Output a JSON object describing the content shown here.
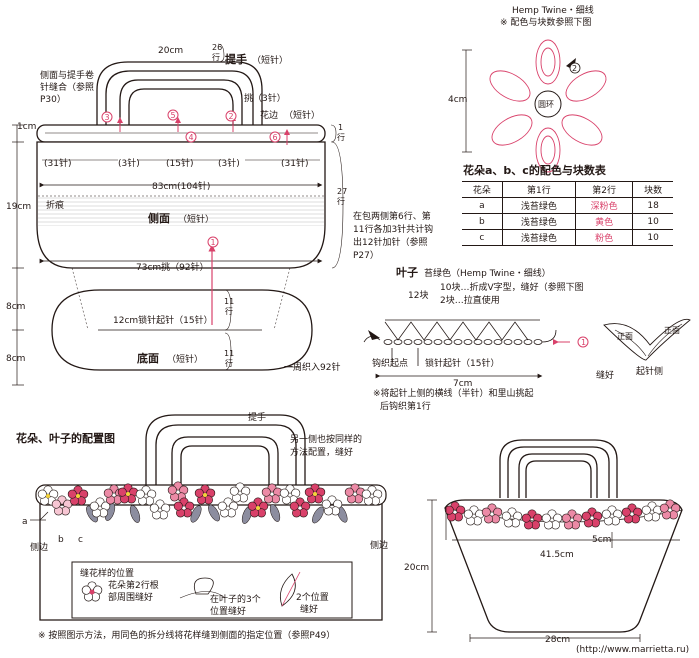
{
  "handle_section": {
    "handle_len": "20cm",
    "handle_rows": "26",
    "handle_rows2": "行",
    "handle_title": "提手",
    "handle_stitch": "（短针）",
    "sew_note_l1": "侧面与提手卷",
    "sew_note_l2": "针缝合（参照",
    "sew_note_l3": "P30）",
    "pick_up": "挑（3针）",
    "edge_label": "花边",
    "edge_stitch": "（短针）",
    "rows_1": "1",
    "rows_1b": "行",
    "cm1": "1cm",
    "seg_31_left": "(31针)",
    "seg_3_left": "(3针)",
    "seg_15": "(15针)",
    "seg_3_right": "(3针)",
    "seg_31_right": "(31针)",
    "m3": "3",
    "m5": "5",
    "m4": "4",
    "m2": "2",
    "m6": "6",
    "m1": "1"
  },
  "body_section": {
    "width_top": "83cm(104针)",
    "height_19": "19cm",
    "fold_label": "折痕",
    "side_title": "侧面",
    "side_stitch": "（短针）",
    "rows_27": "27",
    "rows_27b": "行",
    "inc_note_l1": "在包两侧第6行、第",
    "inc_note_l2": "11行各加3针共计钩",
    "inc_note_l3": "出12针加针（参照",
    "inc_note_l4": "P27）",
    "bottom_width": "73cm挑（92针）",
    "h_8a": "8cm",
    "h_8b": "8cm",
    "chain_start": "12cm锁针起针（15针）",
    "base_title": "底面",
    "base_stitch": "（短针）",
    "rows_11a": "11",
    "rows_11ab": "行",
    "rows_11b": "11",
    "rows_11bb": "行",
    "round_note": "一周织入92针"
  },
  "flower_motif": {
    "yarn": "Hemp Twine・细线",
    "ref_note": "※ 配色与块数参照下图",
    "size": "4cm",
    "ring": "圆环",
    "mark2": "2"
  },
  "color_table": {
    "title": "花朵a、b、c的配色与块数表",
    "headers": [
      "花朵",
      "第1行",
      "第2行",
      "块数"
    ],
    "rows": [
      [
        "a",
        "浅苔绿色",
        "深粉色",
        "18"
      ],
      [
        "b",
        "浅苔绿色",
        "黄色",
        "10"
      ],
      [
        "c",
        "浅苔绿色",
        "粉色",
        "10"
      ]
    ]
  },
  "leaf_section": {
    "title": "叶子",
    "yarn": "苔绿色（Hemp Twine・细线）",
    "count": "12块",
    "note1": "10块…折成V字型，缝好（参照下图",
    "note2": "2块…拉直使用",
    "start_label": "钩织起点",
    "chain_label": "锁针起针（15针）",
    "width": "7cm",
    "mark1": "1",
    "front_l": "正面",
    "front_r": "正面",
    "sew_label": "缝好",
    "chain_side": "起针侧",
    "pick_note1": "※将起针上侧的横线（半针）和里山挑起",
    "pick_note2": "后钩织第1行"
  },
  "arrangement": {
    "title": "花朵、叶子的配置图",
    "handle": "提手",
    "other_side_l1": "另一侧也按同样的",
    "other_side_l2": "方法配置，缝好",
    "a": "a",
    "b": "b",
    "c": "c",
    "side_l": "侧边",
    "side_r": "侧边",
    "sew_pos_title": "缝花样的位置",
    "flower_pos_l1": "花朵第2行根",
    "flower_pos_l2": "部周围缝好",
    "leaf3_l1": "在叶子的3个",
    "leaf3_l2": "位置缝好",
    "leaf2_l1": "2个位置",
    "leaf2_l2": "缝好",
    "bottom_note": "※ 按照图示方法，用同色的拆分线将花样缝到侧面的指定位置（参照P49）"
  },
  "finished_bag": {
    "size_5": "5cm",
    "width_41": "41.5cm",
    "height_20": "20cm",
    "width_28": "28cm"
  },
  "watermark": "(http://www.marrietta.ru)",
  "colors": {
    "line": "#231815",
    "pink_dark": "#d9416a",
    "pink_mid": "#ec8aa6",
    "leaf": "#8c8d9f",
    "gray_bar": "#bdbdbd"
  }
}
